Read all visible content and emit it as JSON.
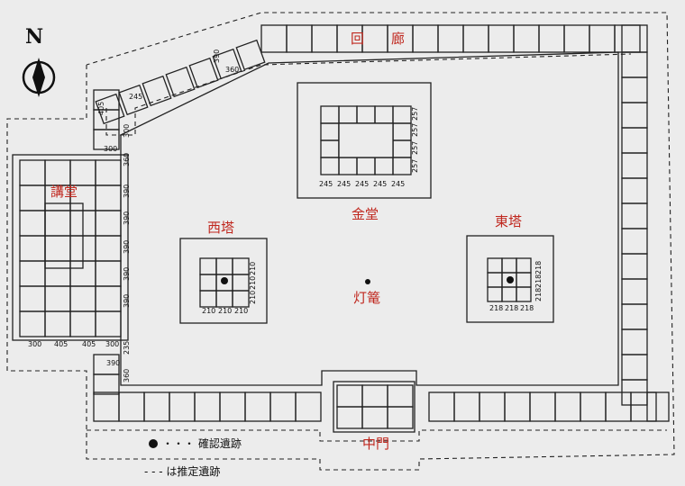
{
  "compass": {
    "label": "N"
  },
  "labels": {
    "corridor_1": "回",
    "corridor_2": "廊",
    "lecture_hall": "講堂",
    "west_pagoda": "西塔",
    "golden_hall": "金堂",
    "east_pagoda": "東塔",
    "lantern": "灯篭",
    "middle_gate": "中門"
  },
  "legend": {
    "confirmed": "・・・ 確認遺跡",
    "estimated": "- - - は推定遺跡"
  },
  "measurements": {
    "north_corridor_a": "390",
    "north_corridor_b": "360",
    "corner_a": "245",
    "corner_b": "405",
    "west_a": "300",
    "west_b": "300",
    "west_c": "360",
    "lecture_side": [
      "390",
      "390",
      "390",
      "390",
      "390"
    ],
    "lecture_bottom": [
      "300",
      "405",
      "405",
      "300"
    ],
    "lecture_lower_a": "235",
    "lecture_lower_b": "390",
    "lecture_lower_c": "360",
    "golden_bottom": [
      "245",
      "245",
      "245",
      "245",
      "245"
    ],
    "golden_side": [
      "257",
      "257",
      "257",
      "257"
    ],
    "west_pagoda_bottom": [
      "210",
      "210",
      "210"
    ],
    "west_pagoda_side": [
      "210",
      "210",
      "210"
    ],
    "east_pagoda_bottom": [
      "218",
      "218",
      "218"
    ],
    "east_pagoda_side": [
      "218",
      "218",
      "218"
    ]
  }
}
